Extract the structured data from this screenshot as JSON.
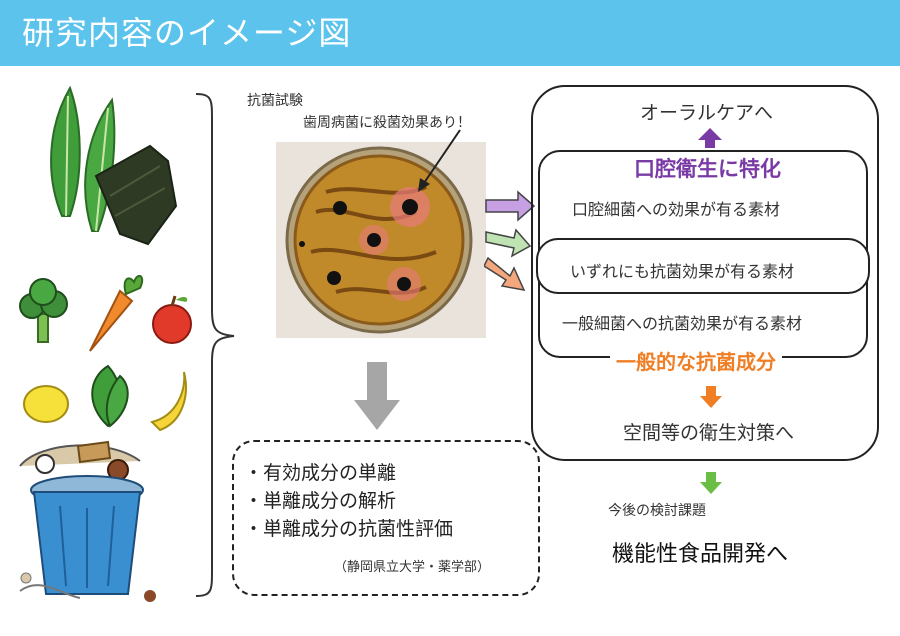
{
  "header": {
    "title": "研究内容のイメージ図",
    "bg_color": "#5bc3ec"
  },
  "antibacterial_test": {
    "label": "抗菌試験",
    "annotation": "歯周病菌に殺菌効果あり！"
  },
  "right_panel": {
    "top_target": "オーラルケアへ",
    "oral_title": "口腔衛生に特化",
    "oral_item": "口腔細菌への効果が有る素材",
    "both_item": "いずれにも抗菌効果が有る素材",
    "general_item": "一般細菌への抗菌効果が有る素材",
    "general_title": "一般的な抗菌成分",
    "bottom_target": "空間等の衛生対策へ"
  },
  "future": {
    "label": "今後の検討課題",
    "title": "機能性食品開発へ"
  },
  "analysis": {
    "items": [
      "・有効成分の単離",
      "・単離成分の解析",
      "・単離成分の抗菌性評価"
    ],
    "credit": "（静岡県立大学・薬学部）"
  },
  "colors": {
    "purple": "#7a3aa6",
    "orange": "#ef7e25",
    "green": "#6abe45",
    "gray_arrow": "#a6a6a6",
    "arrow_purple": "#c79fe3",
    "arrow_green": "#bfe3b2",
    "arrow_orange": "#f4a77c"
  },
  "icons": [
    "seaweed-icon",
    "broccoli-icon",
    "carrot-icon",
    "apple-icon",
    "lemon-icon",
    "spinach-icon",
    "banana-icon",
    "food-waste-bin-icon",
    "petri-dish-icon"
  ]
}
